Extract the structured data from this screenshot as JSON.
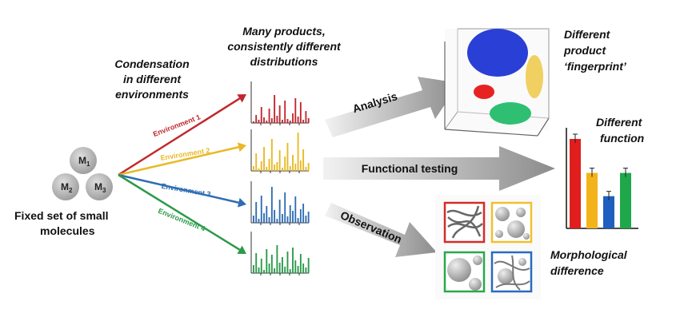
{
  "molecules": {
    "m1": "M",
    "m1_sub": "1",
    "m2": "M",
    "m2_sub": "2",
    "m3": "M",
    "m3_sub": "3",
    "caption_line1": "Fixed set of small",
    "caption_line2": "molecules"
  },
  "condensation": {
    "line1": "Condensation",
    "line2": "in different",
    "line3": "environments"
  },
  "products_heading": {
    "line1": "Many products,",
    "line2": "consistently different",
    "line3": "distributions"
  },
  "environments": [
    {
      "label": "Environment 1",
      "color": "#c0282d"
    },
    {
      "label": "Environment 2",
      "color": "#e8b923"
    },
    {
      "label": "Environment 3",
      "color": "#2f6db3"
    },
    {
      "label": "Environment 4",
      "color": "#2a9a4a"
    }
  ],
  "distributions": [
    [
      2,
      10,
      4,
      20,
      7,
      3,
      18,
      6,
      35,
      9,
      22,
      4,
      28,
      5,
      3,
      12,
      31,
      8,
      26,
      4,
      15,
      6
    ],
    [
      6,
      22,
      3,
      12,
      30,
      5,
      15,
      40,
      8,
      11,
      26,
      4,
      18,
      35,
      6,
      20,
      9,
      48,
      13,
      27,
      5,
      10
    ],
    [
      9,
      26,
      5,
      34,
      12,
      21,
      7,
      45,
      16,
      5,
      29,
      11,
      38,
      8,
      22,
      15,
      33,
      6,
      17,
      24,
      9,
      14
    ],
    [
      10,
      25,
      7,
      18,
      4,
      30,
      12,
      23,
      6,
      35,
      13,
      20,
      8,
      27,
      5,
      32,
      16,
      9,
      24,
      12,
      7,
      19
    ]
  ],
  "arrows": {
    "analysis": "Analysis",
    "functional": "Functional testing",
    "observation": "Observation"
  },
  "fingerprint": {
    "line1": "Different",
    "line2": "product",
    "line3": "‘fingerprint’"
  },
  "function_label": {
    "line1": "Different",
    "line2": "function"
  },
  "function_bars": [
    {
      "value": 1.0,
      "color": "#e01e1e"
    },
    {
      "value": 0.62,
      "color": "#f2b31b"
    },
    {
      "value": 0.36,
      "color": "#1f5fbf"
    },
    {
      "value": 0.62,
      "color": "#1ea84a"
    }
  ],
  "morphology": {
    "line1": "Morphological",
    "line2": "difference"
  },
  "morph_frames": [
    "#d62a2a",
    "#f0c030",
    "#2aa84a",
    "#2a6ac0"
  ]
}
